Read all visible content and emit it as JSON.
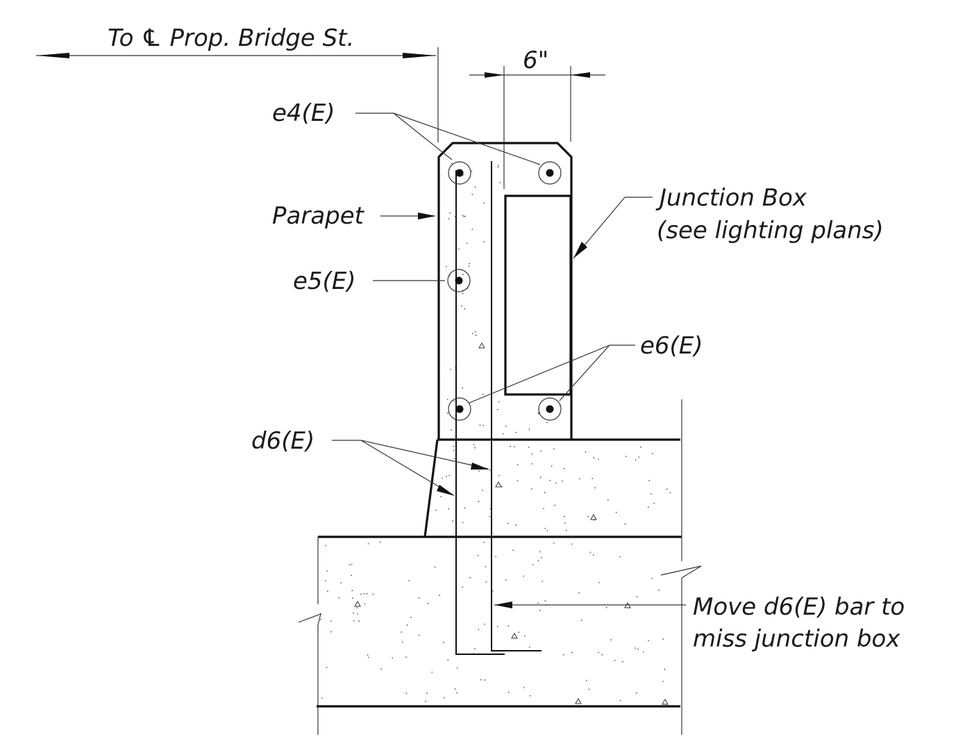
{
  "labels": {
    "dimension_to_cl": "To ℄ Prop. Bridge St.",
    "dimension_6in": "6\"",
    "e4": "e4(E)",
    "parapet": "Parapet",
    "e5": "e5(E)",
    "junction_box_line1": "Junction Box",
    "junction_box_line2": "(see lighting plans)",
    "e6": "e6(E)",
    "d6": "d6(E)",
    "note_line1": "Move d6(E) bar to",
    "note_line2": "miss junction box"
  },
  "colors": {
    "line": "#111111",
    "background": "#ffffff"
  }
}
